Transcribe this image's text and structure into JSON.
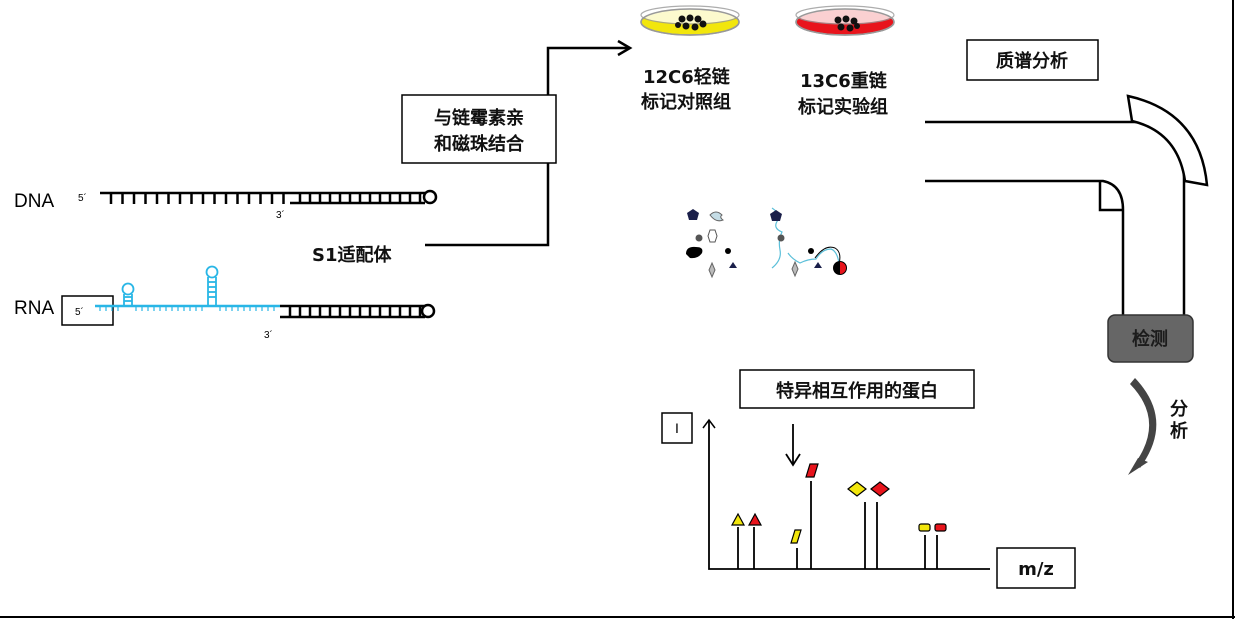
{
  "dna": {
    "label": "DNA",
    "five_prime": "5´",
    "three_prime": "3´"
  },
  "rna": {
    "label": "RNA",
    "five_prime": "5´",
    "three_prime": "3´"
  },
  "aptamer_label": "S1适配体",
  "binding_box": {
    "line1": "与链霉素亲",
    "line2": "和磁珠结合"
  },
  "dishes": [
    {
      "line1": "12C6轻链",
      "line2": "标记对照组",
      "color": "#f2e60c"
    },
    {
      "line1": "13C6重链",
      "line2": "标记实验组",
      "color": "#e8141c"
    }
  ],
  "ms_box": "质谱分析",
  "detect_box": "检测",
  "analysis_label": {
    "c1": "分",
    "c2": "析"
  },
  "specific_box": "特异相互作用的蛋白",
  "chart": {
    "y_label": "I",
    "x_label": "m/z"
  }
}
